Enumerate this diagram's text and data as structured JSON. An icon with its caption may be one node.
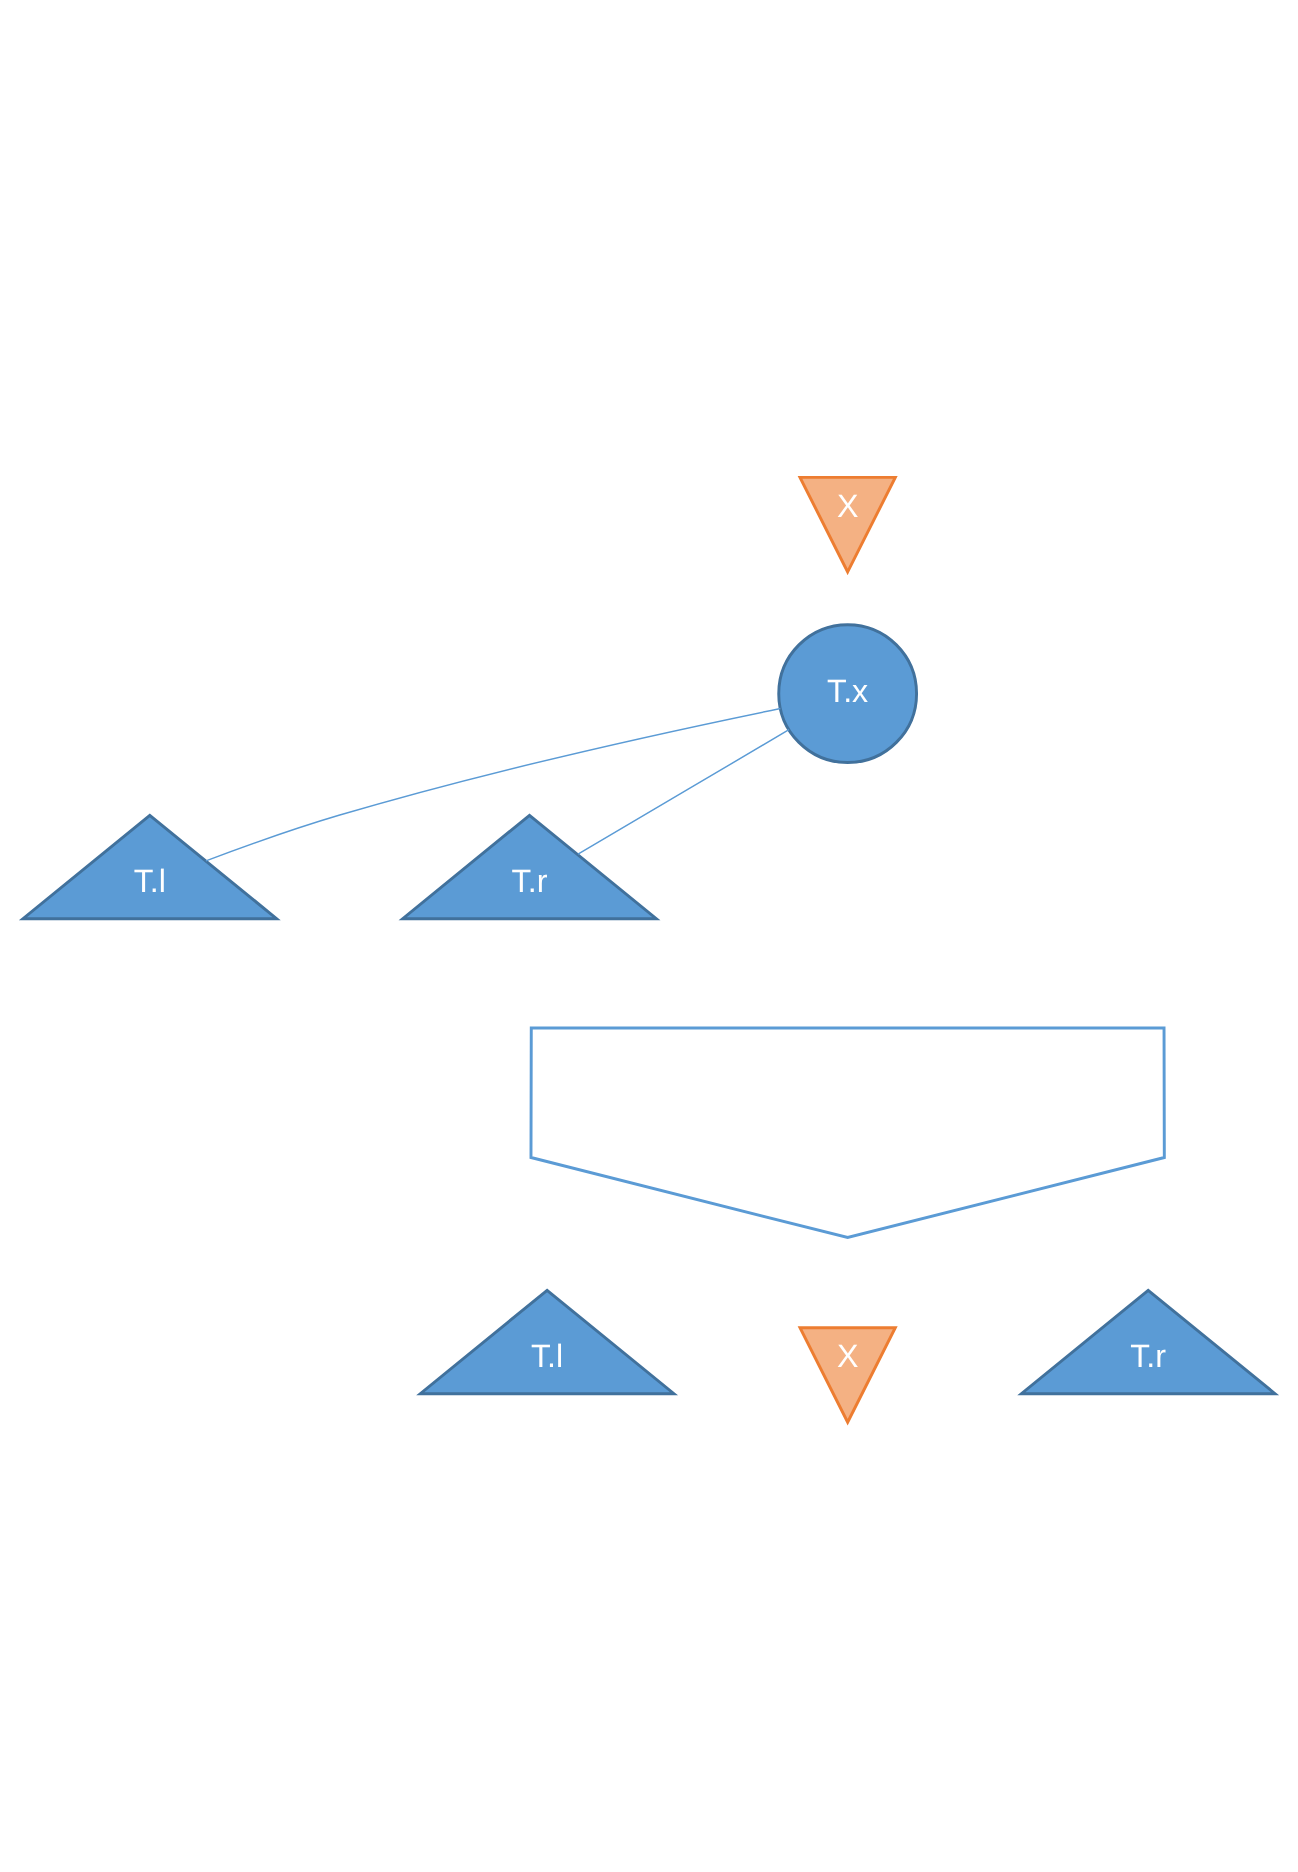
{
  "diagram": {
    "nodes": [
      {
        "text": [
          "X"
        ]
      },
      {
        "text": [
          "T.x"
        ]
      },
      {
        "text": [
          "T.l"
        ]
      },
      {
        "text": [
          "T.r"
        ]
      },
      {
        "text": [],
        "shape": "arrow"
      },
      {
        "text": [
          "T.l"
        ]
      },
      {
        "text": [
          "X"
        ]
      },
      {
        "text": [
          "T.r"
        ]
      }
    ],
    "edges": [
      {
        "from": 1,
        "to": 2,
        "arrow": "none"
      },
      {
        "from": 1,
        "to": 3,
        "arrow": "none"
      }
    ]
  }
}
